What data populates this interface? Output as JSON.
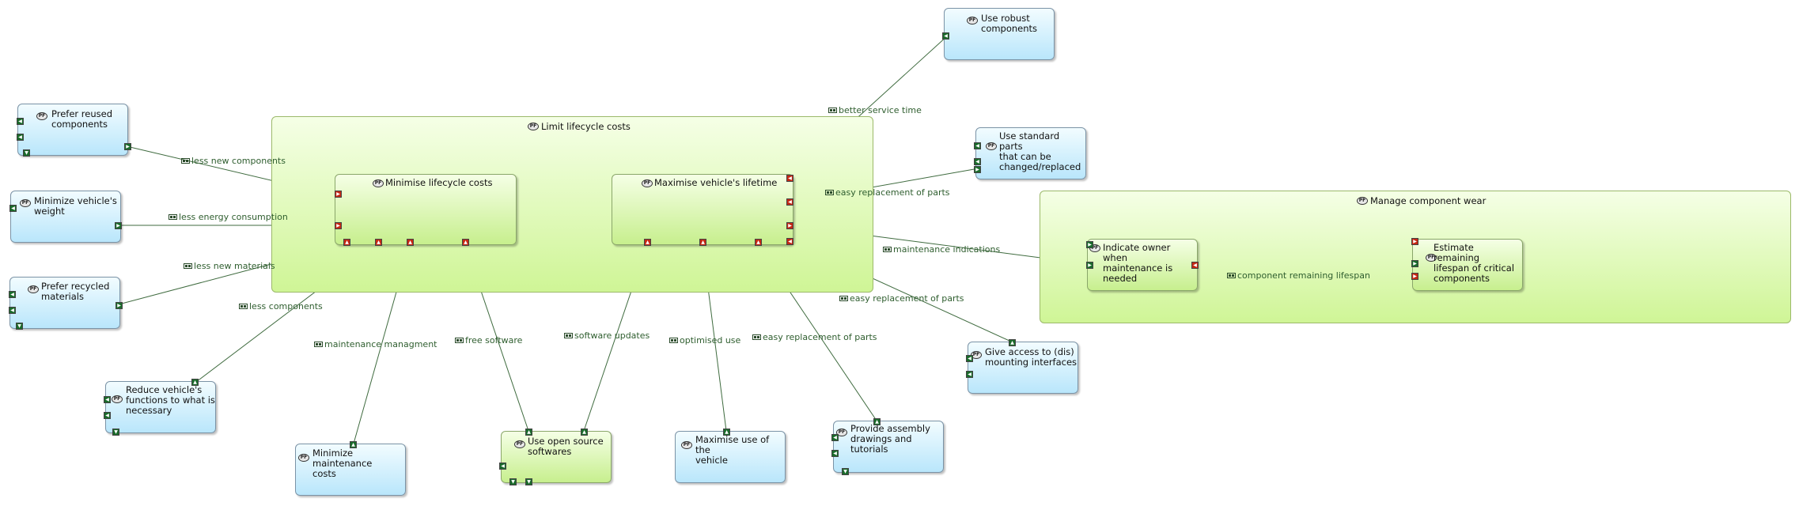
{
  "containers": {
    "limit_lifecycle_costs": "Limit lifecycle costs",
    "manage_component_wear": "Manage component wear"
  },
  "nodes": {
    "prefer_reused": "Prefer reused\ncomponents",
    "minimize_weight": "Minimize vehicle's\nweight",
    "prefer_recycled": "Prefer recycled\nmaterials",
    "reduce_functions": "Reduce vehicle's\nfunctions to what is\nnecessary",
    "minimize_maintenance": "Minimize maintenance\ncosts",
    "open_source": "Use open source\nsoftwares",
    "maximise_use": "Maximise use of the\nvehicle",
    "assembly_drawings": "Provide assembly\ndrawings and tutorials",
    "give_access": "Give access to (dis)\nmounting interfaces",
    "robust_components": "Use robust\ncomponents",
    "standard_parts": "Use standard parts\nthat can be\nchanged/replaced",
    "minimise_lifecycle": "Minimise lifecycle costs",
    "maximise_lifetime": "Maximise vehicle's lifetime",
    "indicate_owner": "Indicate owner when\nmaintenance is needed",
    "estimate_lifespan": "Estimate remaining\nlifespan of critical\ncomponents"
  },
  "connections": {
    "less_new_components": "less new components",
    "less_energy": "less energy consumption",
    "less_new_materials": "less new materials",
    "less_components": "less components",
    "maintenance_managment": "maintenance managment",
    "free_software": "free software",
    "software_updates": "software updates",
    "optimised_use": "optimised use",
    "easy_replacement_1": "easy replacement of parts",
    "easy_replacement_2": "easy replacement of parts",
    "easy_replacement_3": "easy replacement of parts",
    "better_service_time": "better service time",
    "maintenance_indications": "maintenance indications",
    "component_remaining_lifespan": "component remaining lifespan"
  },
  "icon_label": "PF",
  "colors": {
    "provided_port": "#1a6b2b",
    "required_port": "#c62814",
    "leaf_node": "#b9e6fb",
    "function_node": "#c7ef8e",
    "link": "#2f5e2f"
  }
}
